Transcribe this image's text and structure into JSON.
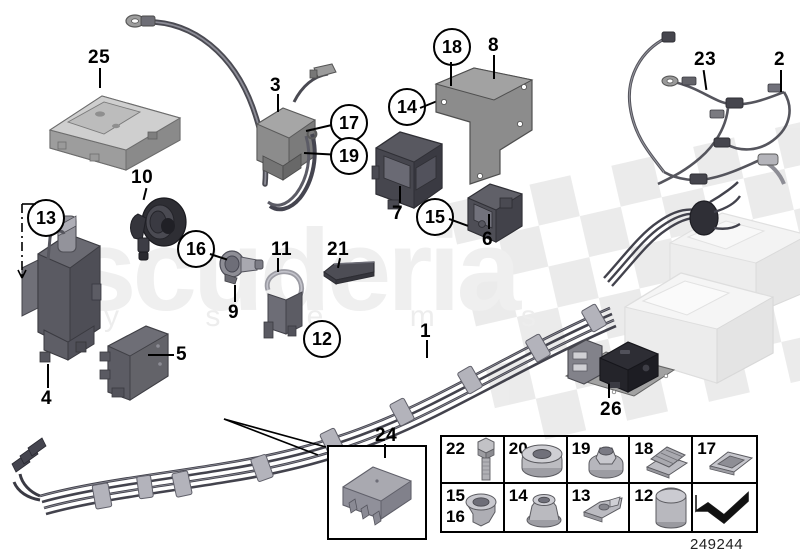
{
  "diagram": {
    "reference_number": "249244",
    "watermark_primary": "scuderia",
    "watermark_secondary": "y s e m s",
    "background_motif": "checkered-flag"
  },
  "callouts": [
    {
      "id": "c25",
      "label": "25",
      "style": "plain",
      "part": "control-module-box"
    },
    {
      "id": "c3",
      "label": "3",
      "style": "plain",
      "part": "relay-module"
    },
    {
      "id": "c17t",
      "label": "17",
      "style": "circled",
      "part": "clip-fastener"
    },
    {
      "id": "c19t",
      "label": "19",
      "style": "circled",
      "part": "collar-nut"
    },
    {
      "id": "c18t",
      "label": "18",
      "style": "circled",
      "part": "spring-clip-nut"
    },
    {
      "id": "c8",
      "label": "8",
      "style": "plain",
      "part": "mounting-plate"
    },
    {
      "id": "c14t",
      "label": "14",
      "style": "circled",
      "part": "flange-nut"
    },
    {
      "id": "c23",
      "label": "23",
      "style": "plain",
      "part": "sensor-cable-long"
    },
    {
      "id": "c2",
      "label": "2",
      "style": "plain",
      "part": "sensor-cable-short"
    },
    {
      "id": "c7",
      "label": "7",
      "style": "plain",
      "part": "module-carrier"
    },
    {
      "id": "c15t",
      "label": "15",
      "style": "circled",
      "part": "lock-nut"
    },
    {
      "id": "c6",
      "label": "6",
      "style": "plain",
      "part": "electronic-module"
    },
    {
      "id": "c10",
      "label": "10",
      "style": "plain",
      "part": "horn"
    },
    {
      "id": "c13t",
      "label": "13",
      "style": "circled",
      "part": "spring-clip"
    },
    {
      "id": "c16t",
      "label": "16",
      "style": "circled",
      "part": "lock-nut-alt"
    },
    {
      "id": "c11",
      "label": "11",
      "style": "plain",
      "part": "cable-holder"
    },
    {
      "id": "c21",
      "label": "21",
      "style": "plain",
      "part": "cover-strip"
    },
    {
      "id": "c9",
      "label": "9",
      "style": "plain",
      "part": "pressure-sensor"
    },
    {
      "id": "c12t",
      "label": "12",
      "style": "circled",
      "part": "cap-nut"
    },
    {
      "id": "c4",
      "label": "4",
      "style": "plain",
      "part": "bracket-holder"
    },
    {
      "id": "c5",
      "label": "5",
      "style": "plain",
      "part": "control-unit"
    },
    {
      "id": "c1",
      "label": "1",
      "style": "plain",
      "part": "main-wiring-harness"
    },
    {
      "id": "c24",
      "label": "24",
      "style": "plain",
      "part": "cable-clip"
    },
    {
      "id": "c26",
      "label": "26",
      "style": "plain",
      "part": "battery-module-bracket"
    }
  ],
  "hardware_table": {
    "rows": [
      [
        {
          "label": "22",
          "label2": "",
          "icon": "hex-bolt"
        },
        {
          "label": "20",
          "label2": "",
          "icon": "flange-nut-large"
        },
        {
          "label": "19",
          "label2": "",
          "icon": "collar-nut"
        },
        {
          "label": "18",
          "label2": "",
          "icon": "spring-clip-plate"
        },
        {
          "label": "17",
          "label2": "",
          "icon": "panel-clip"
        }
      ],
      [
        {
          "label": "15",
          "label2": "16",
          "icon": "lock-nut"
        },
        {
          "label": "14",
          "label2": "",
          "icon": "flange-nut"
        },
        {
          "label": "13",
          "label2": "",
          "icon": "spring-clip"
        },
        {
          "label": "12",
          "label2": "",
          "icon": "cap-nut"
        },
        {
          "label": "",
          "label2": "",
          "icon": "corner-arrow"
        }
      ]
    ]
  }
}
